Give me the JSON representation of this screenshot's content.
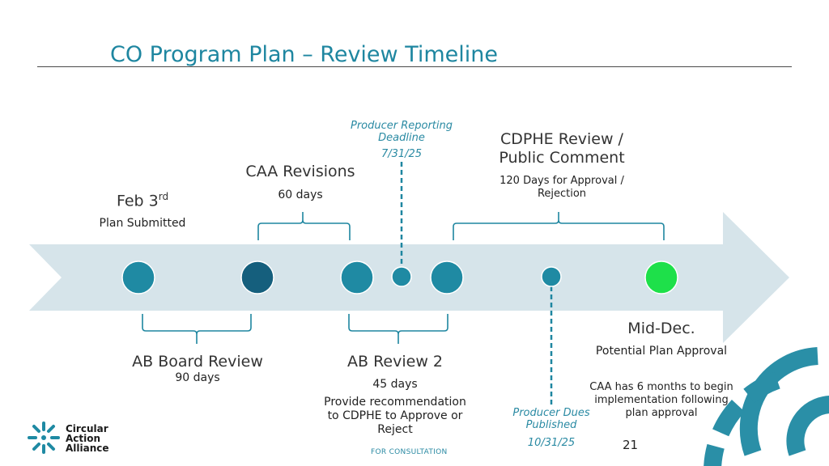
{
  "title": "CO Program Plan – Review Timeline",
  "milestones": {
    "feb3": {
      "date": "Feb 3",
      "sup": "rd",
      "caption": "Plan Submitted"
    },
    "caa_revisions": {
      "heading": "CAA Revisions",
      "duration": "60 days"
    },
    "producer_reporting": {
      "line1": "Producer Reporting",
      "line2": "Deadline",
      "date": "7/31/25"
    },
    "cdphe_review": {
      "line1": "CDPHE Review /",
      "line2": "Public Comment",
      "desc1": "120 Days for Approval /",
      "desc2": "Rejection"
    },
    "ab_board_review": {
      "heading": "AB Board Review",
      "duration": "90 days"
    },
    "ab_review_2": {
      "heading": "AB Review 2",
      "duration": "45 days",
      "desc1": "Provide recommendation",
      "desc2": "to CDPHE to Approve or",
      "desc3": "Reject"
    },
    "producer_dues": {
      "line1": "Producer Dues",
      "line2": "Published",
      "date": "10/31/25"
    },
    "mid_dec": {
      "heading": "Mid-Dec.",
      "caption": "Potential Plan Approval",
      "note1": "CAA has 6 months to begin",
      "note2": "implementation following",
      "note3": "plan approval"
    }
  },
  "footer": {
    "consultation": "FOR CONSULTATION",
    "page_number": "21"
  },
  "logo": {
    "line1": "Circular",
    "line2": "Action",
    "line3": "Alliance"
  },
  "colors": {
    "accent": "#1e86a0",
    "arrow": "#d6e4ea",
    "node": "#1f8aa3",
    "node_dark": "#155f7d",
    "node_final": "#1ee04a",
    "bracket": "#1e86a0"
  }
}
